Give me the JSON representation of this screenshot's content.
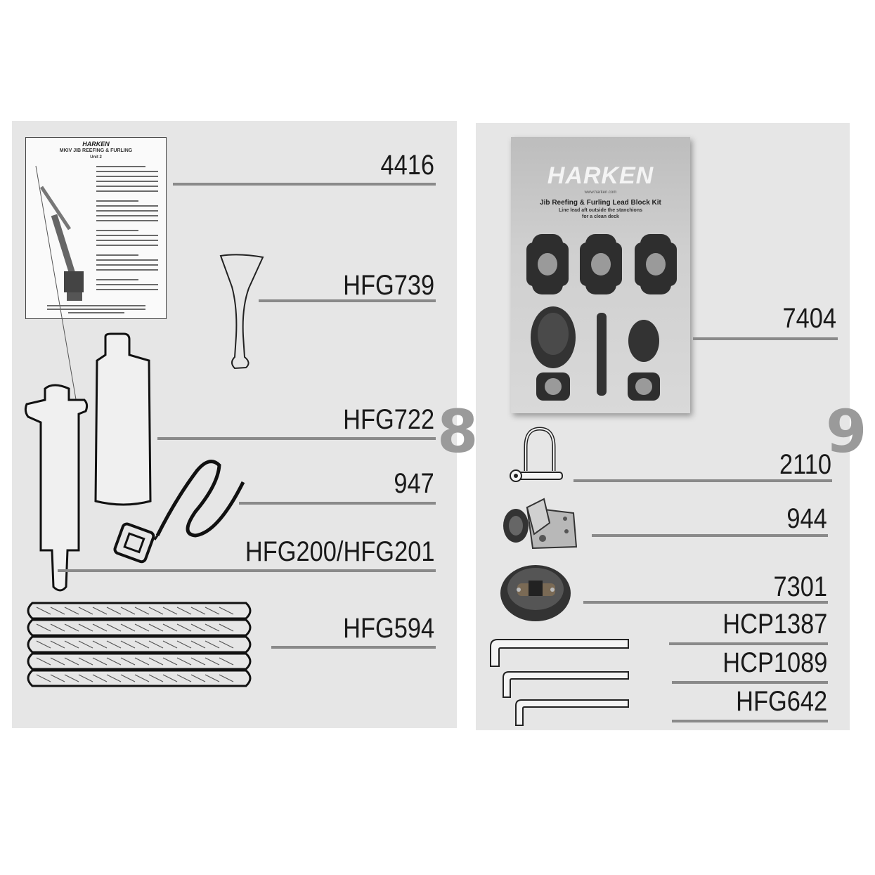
{
  "panels": [
    {
      "number": "8",
      "parts": [
        {
          "id": "4416"
        },
        {
          "id": "HFG739"
        },
        {
          "id": "HFG722"
        },
        {
          "id": "947"
        },
        {
          "id": "HFG200/HFG201"
        },
        {
          "id": "HFG594"
        }
      ],
      "manual": {
        "brand": "HARKEN",
        "title": "MKIV JIB REEFING & FURLING",
        "subtitle": "Unit 2"
      }
    },
    {
      "number": "9",
      "parts": [
        {
          "id": "7404"
        },
        {
          "id": "2110"
        },
        {
          "id": "944"
        },
        {
          "id": "7301"
        },
        {
          "id": "HCP1387"
        },
        {
          "id": "HCP1089"
        },
        {
          "id": "HFG642"
        }
      ],
      "kit": {
        "brand": "HARKEN",
        "url": "www.harken.com",
        "title": "Jib Reefing & Furling Lead Block Kit",
        "subtitle1": "Line lead aft outside the stanchions",
        "subtitle2": "for a clean deck"
      }
    }
  ],
  "colors": {
    "panel_bg": "#e6e6e6",
    "leader": "#8a8a8a",
    "panel_number": "#9a9a9a",
    "kit_card": "#c8c8c8"
  }
}
